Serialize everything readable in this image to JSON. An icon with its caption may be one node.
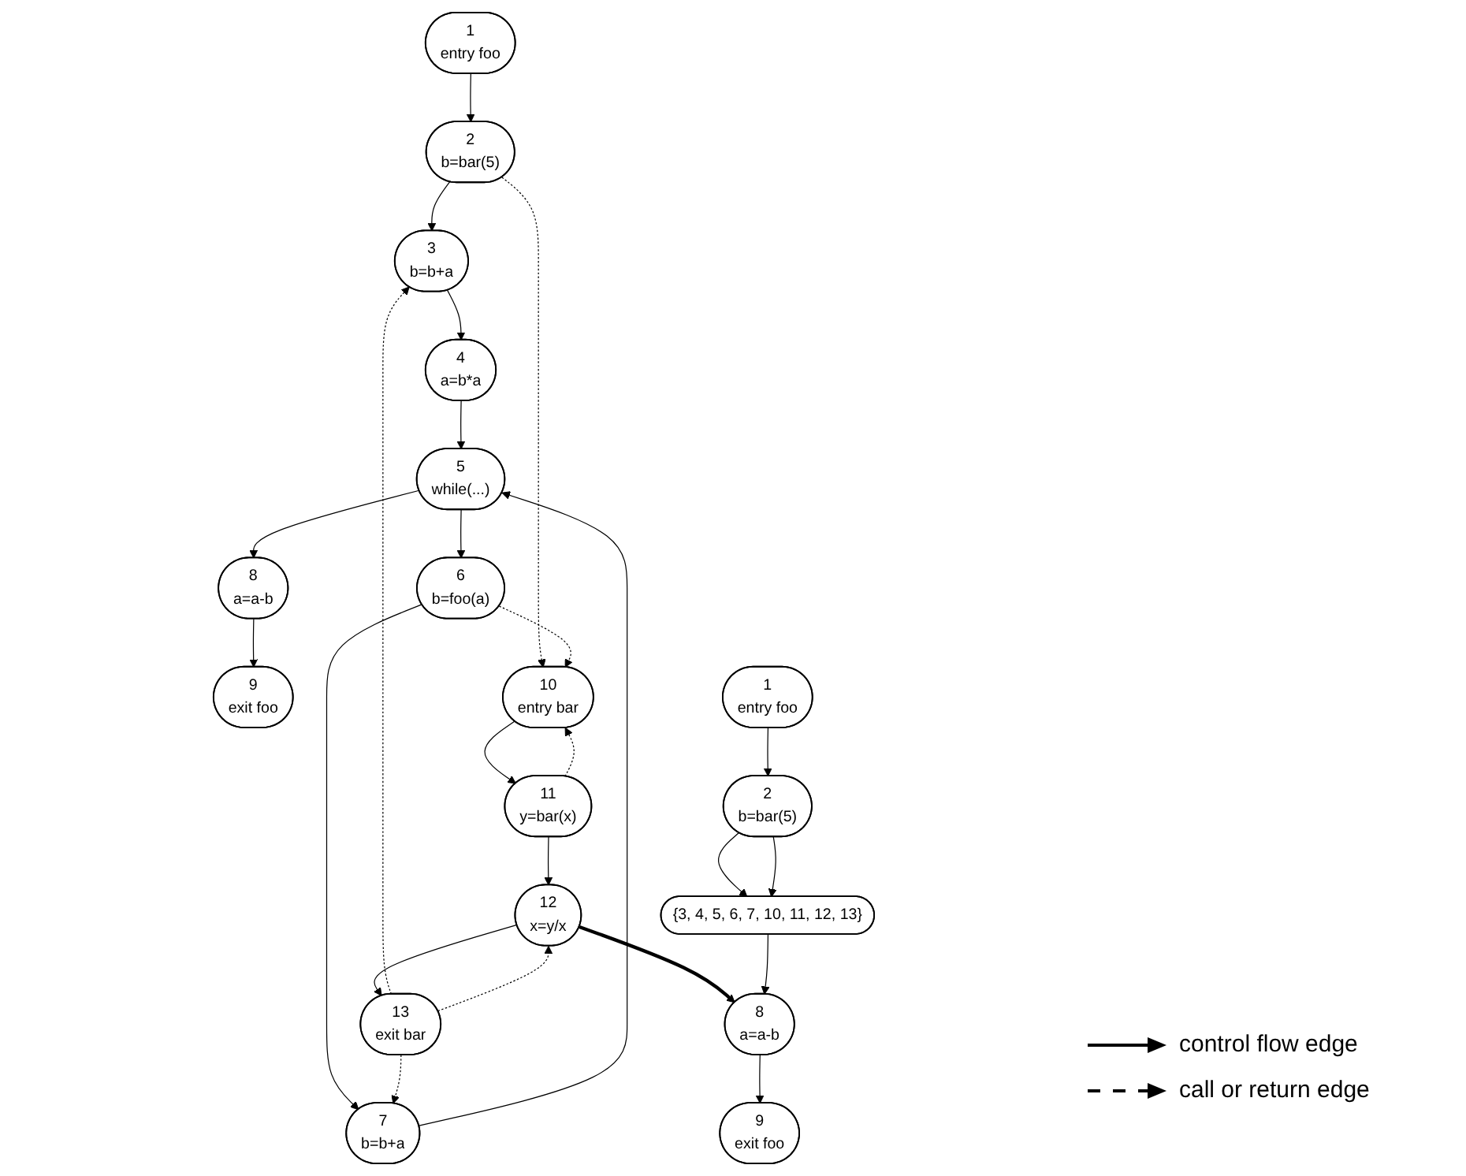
{
  "diagram": {
    "nodes": [
      {
        "text": [
          "1",
          "entry foo"
        ]
      },
      {
        "text": [
          "2",
          "b=bar(5)"
        ]
      },
      {
        "text": [
          "3",
          "b=b+a"
        ]
      },
      {
        "text": [
          "4",
          "a=b*a"
        ]
      },
      {
        "text": [
          "5",
          "while(...)"
        ]
      },
      {
        "text": [
          "6",
          "b=foo(a)"
        ]
      },
      {
        "text": [
          "7",
          "b=b+a"
        ]
      },
      {
        "text": [
          "8",
          "a=a-b"
        ]
      },
      {
        "text": [
          "9",
          "exit foo"
        ]
      },
      {
        "text": [
          "10",
          "entry bar"
        ]
      },
      {
        "text": [
          "11",
          "y=bar(x)"
        ]
      },
      {
        "text": [
          "12",
          "x=y/x"
        ]
      },
      {
        "text": [
          "13",
          "exit bar"
        ]
      },
      {
        "text": [
          "1",
          "entry foo"
        ]
      },
      {
        "text": [
          "2",
          "b=bar(5)"
        ]
      },
      {
        "text": [
          "{3, 4, 5, 6, 7, 10, 11, 12, 13}"
        ]
      },
      {
        "text": [
          "8",
          "a=a-b"
        ]
      },
      {
        "text": [
          "9",
          "exit foo"
        ]
      }
    ],
    "edges": [
      {
        "from": 0,
        "to": 1,
        "arrow": "to"
      },
      {
        "from": 1,
        "to": 2,
        "arrow": "to"
      },
      {
        "from": 2,
        "to": 3,
        "arrow": "to"
      },
      {
        "from": 3,
        "to": 4,
        "arrow": "to"
      },
      {
        "from": 4,
        "to": 5,
        "arrow": "to"
      },
      {
        "from": 5,
        "to": 6,
        "arrow": "to"
      },
      {
        "from": 6,
        "to": 4,
        "arrow": "to"
      },
      {
        "from": 4,
        "to": 7,
        "arrow": "to"
      },
      {
        "from": 7,
        "to": 8,
        "arrow": "to"
      },
      {
        "from": 1,
        "to": 9,
        "arrow": "to",
        "style": "dashed"
      },
      {
        "from": 5,
        "to": 9,
        "arrow": "to",
        "style": "dashed"
      },
      {
        "from": 12,
        "to": 2,
        "arrow": "to",
        "style": "dashed"
      },
      {
        "from": 12,
        "to": 6,
        "arrow": "to",
        "style": "dashed"
      },
      {
        "from": 9,
        "to": 10,
        "arrow": "to"
      },
      {
        "from": 10,
        "to": 11,
        "arrow": "to"
      },
      {
        "from": 11,
        "to": 12,
        "arrow": "to"
      },
      {
        "from": 10,
        "to": 9,
        "arrow": "to",
        "style": "dashed"
      },
      {
        "from": 12,
        "to": 11,
        "arrow": "to",
        "style": "dashed"
      },
      {
        "from": 11,
        "to": 16,
        "arrow": "to",
        "style": "thick"
      },
      {
        "from": 13,
        "to": 14,
        "arrow": "to"
      },
      {
        "from": 14,
        "to": 15,
        "arrow": "to"
      },
      {
        "from": 14,
        "to": 15,
        "arrow": "to"
      },
      {
        "from": 15,
        "to": 16,
        "arrow": "to"
      },
      {
        "from": 16,
        "to": 17,
        "arrow": "to"
      }
    ],
    "legend": [
      {
        "text": "control flow edge"
      },
      {
        "text": "call or return edge"
      }
    ]
  }
}
